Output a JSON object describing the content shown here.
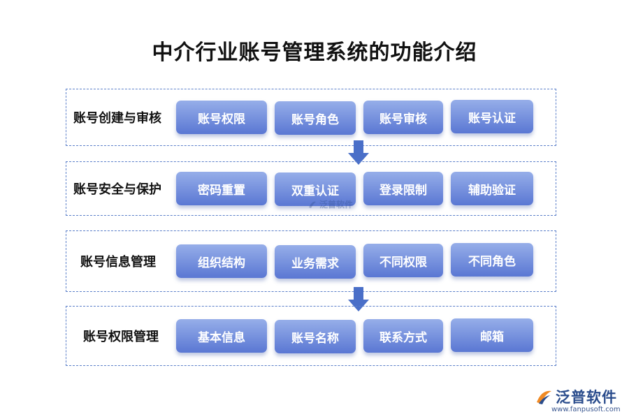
{
  "title": "中介行业账号管理系统的功能介绍",
  "sections": [
    {
      "label": "账号创建与审核",
      "items": [
        "账号权限",
        "账号角色",
        "账号审核",
        "账号认证"
      ]
    },
    {
      "label": "账号安全与保护",
      "items": [
        "密码重置",
        "双重认证",
        "登录限制",
        "辅助验证"
      ]
    },
    {
      "label": "账号信息管理",
      "items": [
        "组织结构",
        "业务需求",
        "不同权限",
        "不同角色"
      ]
    },
    {
      "label": "账号权限管理",
      "items": [
        "基本信息",
        "账号名称",
        "联系方式",
        "邮箱"
      ]
    }
  ],
  "watermark_mid": "泛普软件",
  "logo": {
    "name": "泛普软件",
    "url": "www.fanpusoft.com"
  },
  "colors": {
    "card_top": "#96aee9",
    "card_bottom": "#5a77d3",
    "border": "#5b7fc9",
    "arrow": "#4a6fc8"
  },
  "icons": [
    "down-arrow-icon",
    "logo-icon"
  ]
}
